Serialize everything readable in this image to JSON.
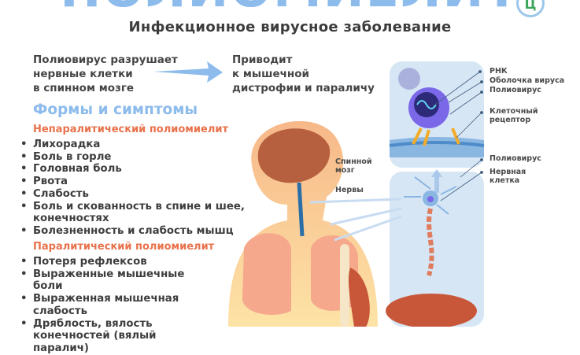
{
  "header": {
    "title": "ПОЛИОМИЕЛИТ",
    "subtitle": "Инфекционное вирусное заболевание",
    "logo_letter": "Ц"
  },
  "intro": {
    "cause": [
      "Полиовирус разрушает",
      "нервные клетки",
      "в спинном мозге"
    ],
    "effect": [
      "Приводит",
      "к мышечной",
      "дистрофии и параличу"
    ]
  },
  "forms": {
    "heading": "Формы и симптомы",
    "nonparalytic": {
      "title": "Непаралитический полиомиелит",
      "items": [
        "Лихорадка",
        "Боль в горле",
        "Головная боль",
        "Рвота",
        "Слабость",
        "Боль и скованность в спине и шее, конечностях",
        "Болезненность и слабость мышц"
      ]
    },
    "paralytic": {
      "title": "Паралитический полиомиелит",
      "items": [
        "Потеря рефлексов",
        "Выраженные мышечные боли",
        "Выраженная мышечная слабость",
        "Дряблость, вялость конечностей (вялый паралич)"
      ]
    }
  },
  "diagram": {
    "body_labels": {
      "spinal_cord": [
        "Спинной",
        "мозг"
      ],
      "nerves": "Нервы"
    },
    "virus_labels": {
      "rna": "РНК",
      "envelope": "Оболочка вируса",
      "poliovirus": "Полиовирус",
      "receptor": [
        "Клеточный",
        "рецептор"
      ]
    },
    "cell_labels": {
      "poliovirus": "Полиовирус",
      "nerve_cell": [
        "Нервная",
        "клетка"
      ]
    }
  },
  "colors": {
    "title_blue": "#8cbbec",
    "accent_orange": "#e8724c",
    "panel_blue": "#d6e6f5"
  }
}
